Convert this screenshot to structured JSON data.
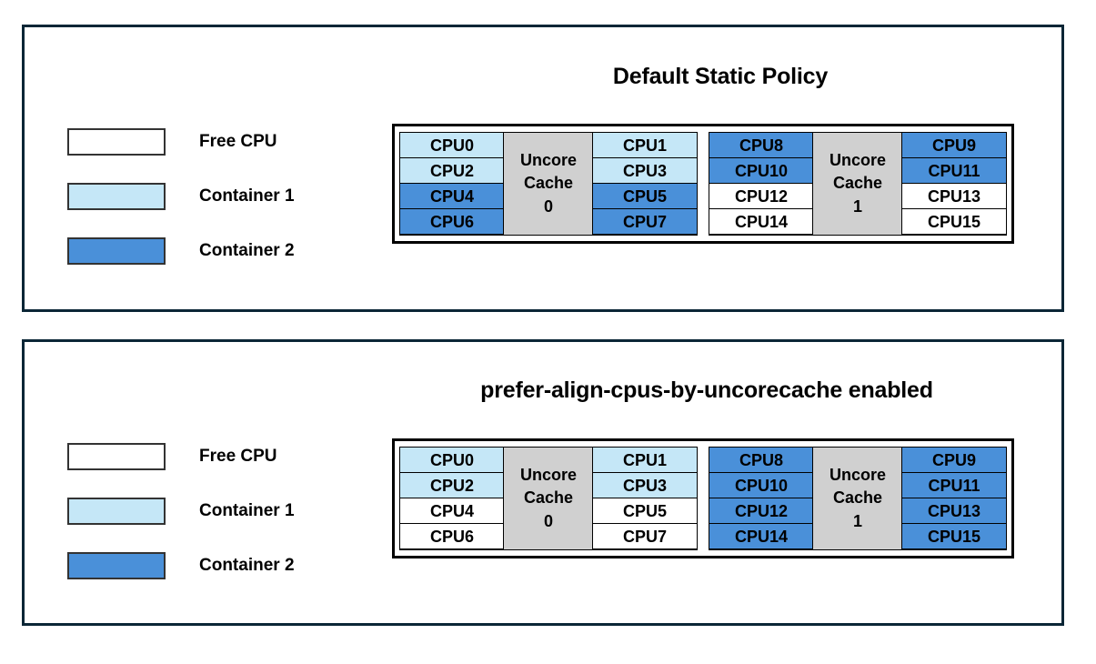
{
  "colors": {
    "free": "#ffffff",
    "container1": "#c5e7f7",
    "container2": "#4a90d9",
    "cache": "#d0d0d0",
    "panel_border": "#0b2636",
    "cell_border": "#000000"
  },
  "legend": {
    "items": [
      {
        "label": "Free CPU",
        "fill": "free"
      },
      {
        "label": "Container 1",
        "fill": "container1"
      },
      {
        "label": "Container 2",
        "fill": "container2"
      }
    ]
  },
  "panels": [
    {
      "id": "default-static-policy",
      "title": "Default Static Policy",
      "cache_groups": [
        {
          "cache_label_line1": "Uncore",
          "cache_label_line2": "Cache",
          "cache_label_line3": "0",
          "left_column": [
            {
              "label": "CPU0",
              "fill": "container1"
            },
            {
              "label": "CPU2",
              "fill": "container1"
            },
            {
              "label": "CPU4",
              "fill": "container2"
            },
            {
              "label": "CPU6",
              "fill": "container2"
            }
          ],
          "right_column": [
            {
              "label": "CPU1",
              "fill": "container1"
            },
            {
              "label": "CPU3",
              "fill": "container1"
            },
            {
              "label": "CPU5",
              "fill": "container2"
            },
            {
              "label": "CPU7",
              "fill": "container2"
            }
          ]
        },
        {
          "cache_label_line1": "Uncore",
          "cache_label_line2": "Cache",
          "cache_label_line3": "1",
          "left_column": [
            {
              "label": "CPU8",
              "fill": "container2"
            },
            {
              "label": "CPU10",
              "fill": "container2"
            },
            {
              "label": "CPU12",
              "fill": "free"
            },
            {
              "label": "CPU14",
              "fill": "free"
            }
          ],
          "right_column": [
            {
              "label": "CPU9",
              "fill": "container2"
            },
            {
              "label": "CPU11",
              "fill": "container2"
            },
            {
              "label": "CPU13",
              "fill": "free"
            },
            {
              "label": "CPU15",
              "fill": "free"
            }
          ]
        }
      ]
    },
    {
      "id": "prefer-align-cpus-by-uncorecache-enabled",
      "title": "prefer-align-cpus-by-uncorecache enabled",
      "cache_groups": [
        {
          "cache_label_line1": "Uncore",
          "cache_label_line2": "Cache",
          "cache_label_line3": "0",
          "left_column": [
            {
              "label": "CPU0",
              "fill": "container1"
            },
            {
              "label": "CPU2",
              "fill": "container1"
            },
            {
              "label": "CPU4",
              "fill": "free"
            },
            {
              "label": "CPU6",
              "fill": "free"
            }
          ],
          "right_column": [
            {
              "label": "CPU1",
              "fill": "container1"
            },
            {
              "label": "CPU3",
              "fill": "container1"
            },
            {
              "label": "CPU5",
              "fill": "free"
            },
            {
              "label": "CPU7",
              "fill": "free"
            }
          ]
        },
        {
          "cache_label_line1": "Uncore",
          "cache_label_line2": "Cache",
          "cache_label_line3": "1",
          "left_column": [
            {
              "label": "CPU8",
              "fill": "container2"
            },
            {
              "label": "CPU10",
              "fill": "container2"
            },
            {
              "label": "CPU12",
              "fill": "container2"
            },
            {
              "label": "CPU14",
              "fill": "container2"
            }
          ],
          "right_column": [
            {
              "label": "CPU9",
              "fill": "container2"
            },
            {
              "label": "CPU11",
              "fill": "container2"
            },
            {
              "label": "CPU13",
              "fill": "container2"
            },
            {
              "label": "CPU15",
              "fill": "container2"
            }
          ]
        }
      ]
    }
  ]
}
